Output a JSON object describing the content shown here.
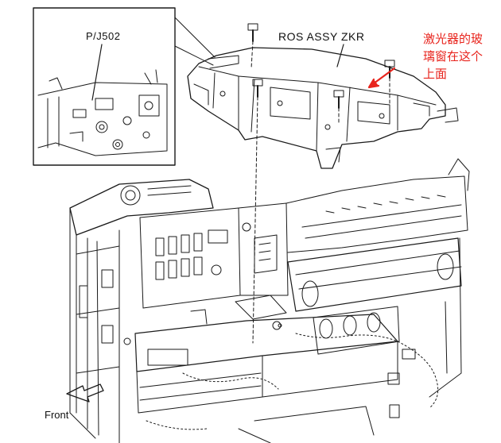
{
  "labels": {
    "connector": "P/J502",
    "assembly": "ROS ASSY ZKR",
    "front": "Front"
  },
  "annotation": {
    "lines": [
      "激光器的玻",
      "璃窗在这个",
      "上面"
    ],
    "color": "#e8241d"
  },
  "line_color": "#1a1a1a"
}
